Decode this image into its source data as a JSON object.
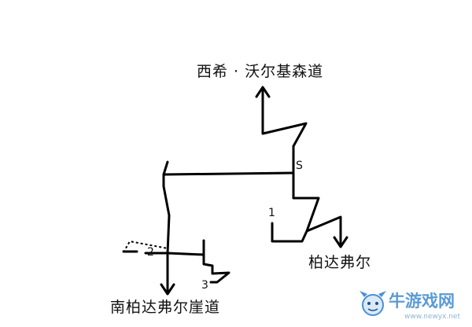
{
  "labels": {
    "north": "西希 · 沃尔基森道",
    "east": "柏达弗尔",
    "southwest": "南柏达弗尔崖道",
    "start": "S",
    "point1": "1",
    "point2": "2",
    "point3": "3"
  },
  "watermark": {
    "name": "牛游戏网",
    "url": "www.newyx.net",
    "colors": {
      "name": "#5b9bd5",
      "url": "#8fb4d8",
      "logo": "#4a90d9"
    }
  },
  "colors": {
    "path": "#000000",
    "background": "#ffffff"
  }
}
